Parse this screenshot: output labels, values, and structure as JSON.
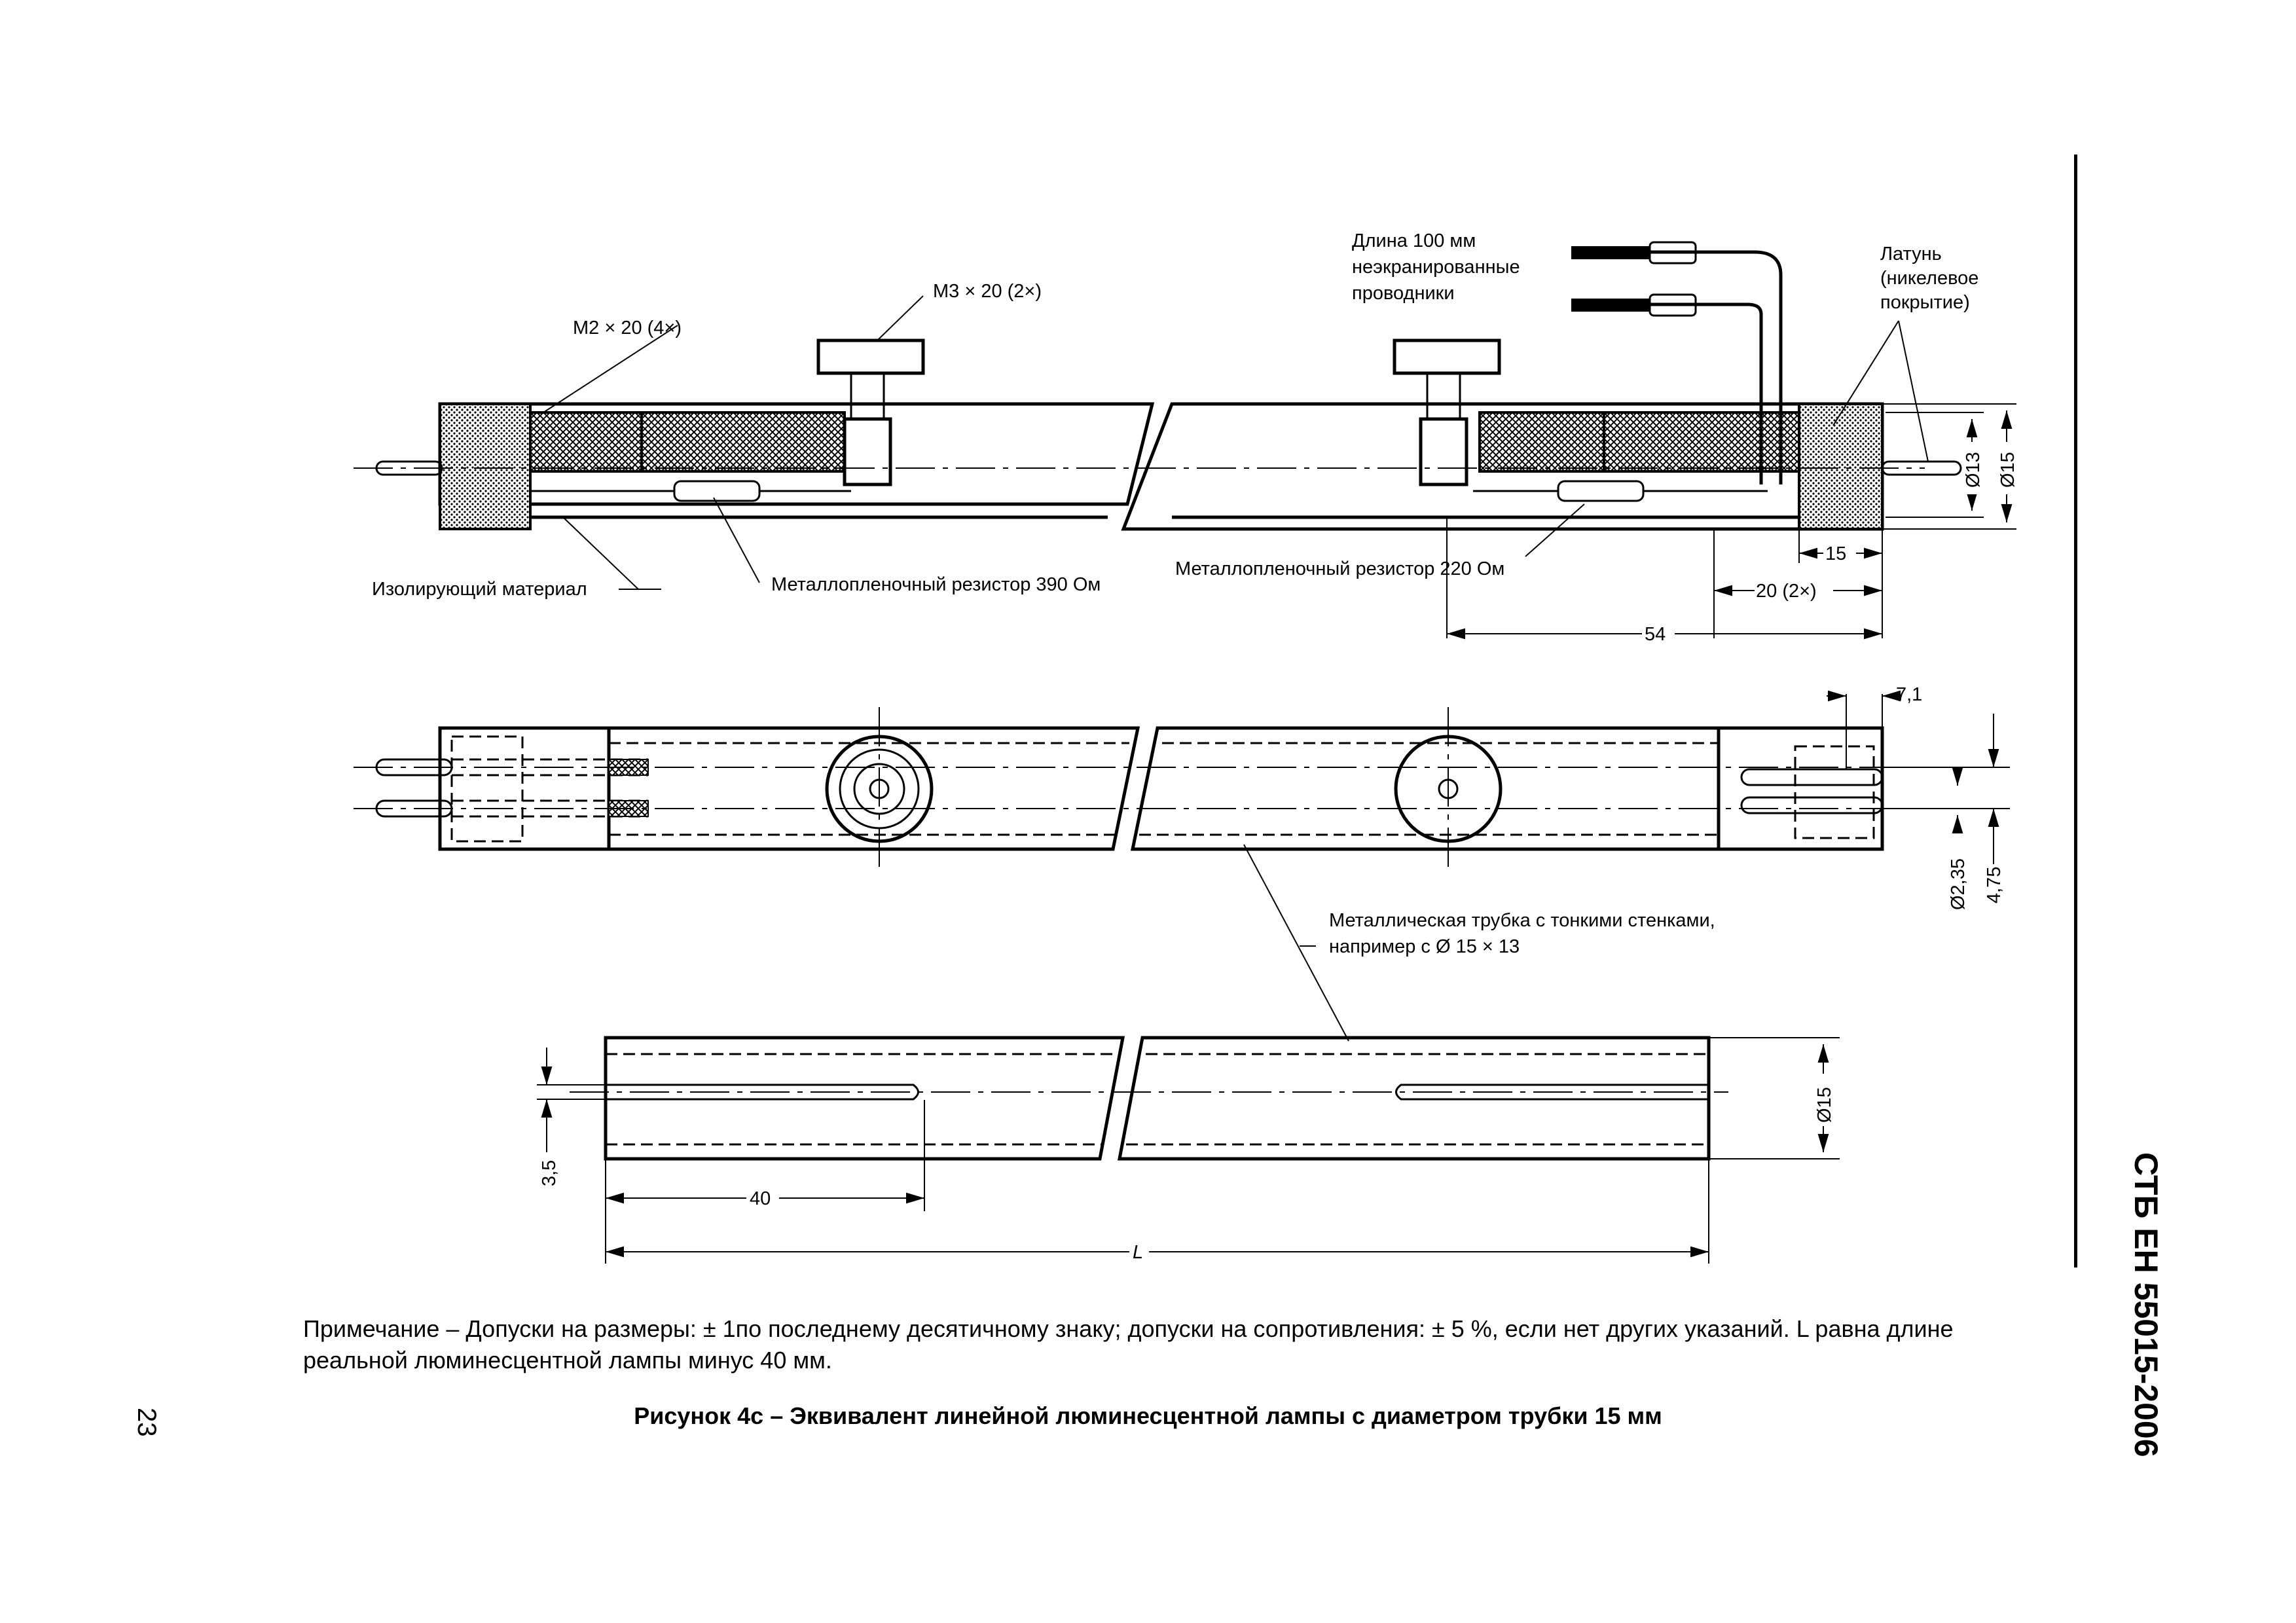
{
  "labels": {
    "m2_screws": "M2 × 20 (4×)",
    "m3_screws": "M3 × 20 (2×)",
    "wire_length_line1": "Длина 100 мм",
    "wire_length_line2": "неэкранированные",
    "wire_length_line3": "проводники",
    "brass_line1": "Латунь",
    "brass_line2": "(никелевое",
    "brass_line3": "покрытие)",
    "insulating_material": "Изолирующий материал",
    "resistor_390": "Металлопленочный резистор  390 Ом",
    "resistor_220": "Металлопленочный резистор  220 Ом",
    "metal_tube_line1": "Металлическая трубка с тонкими стенками,",
    "metal_tube_line2": "например с Ø 15 × 13"
  },
  "dimensions": {
    "d13": "Ø13",
    "d15": "Ø15",
    "d15_bottom": "Ø15",
    "dim_15": "15",
    "dim_20": "20 (2×)",
    "dim_54": "54",
    "dim_7_1": "7,1",
    "dim_d2_35": "Ø2,35",
    "dim_4_75": "4,75",
    "dim_3_5": "3,5",
    "dim_40": "40",
    "dim_L": "L"
  },
  "note": "Примечание – Допуски на размеры: ± 1по последнему десятичному знаку; допуски на сопротивления: ± 5 %, если нет других указаний. L равна длине реальной люминесцентной лампы минус 40 мм.",
  "caption": "Рисунок 4с – Эквивалент линейной люминесцентной лампы с диаметром трубки 15 мм",
  "page_number": "23",
  "standard_code": "СТБ ЕН 55015-2006"
}
